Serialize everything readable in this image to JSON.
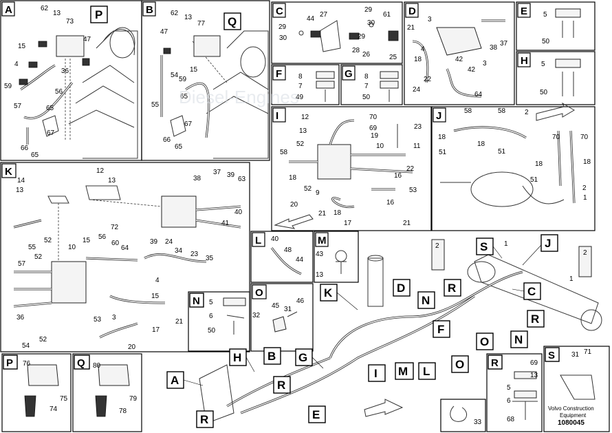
{
  "panels": {
    "A": {
      "letter": "A",
      "parts": [
        "62",
        "13",
        "73",
        "47",
        "15",
        "4",
        "36",
        "59",
        "56",
        "57",
        "65",
        "67",
        "66",
        "65"
      ],
      "callout": "P"
    },
    "B": {
      "letter": "B",
      "parts": [
        "62",
        "13",
        "77",
        "47",
        "54",
        "15",
        "59",
        "55",
        "65",
        "67",
        "66",
        "65"
      ],
      "callout": "Q"
    },
    "C": {
      "letter": "C",
      "parts": [
        "29",
        "44",
        "27",
        "29",
        "61",
        "29",
        "30",
        "30",
        "28",
        "26",
        "25"
      ]
    },
    "D": {
      "letter": "D",
      "parts": [
        "3",
        "21",
        "4",
        "38",
        "37",
        "18",
        "42",
        "3",
        "22",
        "24",
        "42",
        "64"
      ]
    },
    "E": {
      "letter": "E",
      "parts": [
        "5",
        "50"
      ]
    },
    "F": {
      "letter": "F",
      "parts": [
        "8",
        "7",
        "49"
      ]
    },
    "G": {
      "letter": "G",
      "parts": [
        "8",
        "7",
        "50"
      ]
    },
    "H": {
      "letter": "H",
      "parts": [
        "5",
        "50"
      ]
    },
    "I": {
      "letter": "I",
      "parts": [
        "12",
        "70",
        "13",
        "69",
        "19",
        "23",
        "58",
        "52",
        "10",
        "11",
        "22",
        "16",
        "53",
        "52",
        "9",
        "16",
        "20",
        "21",
        "17",
        "21",
        "18",
        "18"
      ]
    },
    "J": {
      "letter": "J",
      "parts": [
        "58",
        "58",
        "2",
        "18",
        "18",
        "51",
        "51",
        "70",
        "70",
        "18",
        "18",
        "51",
        "2",
        "1"
      ]
    },
    "K": {
      "letter": "K",
      "parts": [
        "14",
        "12",
        "13",
        "13",
        "38",
        "37",
        "39",
        "63",
        "40",
        "72",
        "41",
        "60",
        "39",
        "24",
        "34",
        "35",
        "55",
        "52",
        "10",
        "15",
        "56",
        "64",
        "23",
        "57",
        "52",
        "4",
        "15",
        "36",
        "3",
        "21",
        "53",
        "17",
        "54",
        "52",
        "20"
      ]
    },
    "L": {
      "letter": "L",
      "parts": [
        "40",
        "48",
        "44"
      ]
    },
    "M": {
      "letter": "M",
      "parts": [
        "43",
        "13"
      ]
    },
    "N": {
      "letter": "N",
      "parts": [
        "5",
        "6",
        "50"
      ]
    },
    "O": {
      "letter": "O",
      "parts": [
        "45",
        "31",
        "46",
        "32"
      ]
    },
    "P": {
      "letter": "P",
      "parts": [
        "76",
        "75",
        "74"
      ]
    },
    "Q": {
      "letter": "Q",
      "parts": [
        "80",
        "79",
        "78"
      ]
    },
    "R": {
      "letter": "R",
      "parts": [
        "69",
        "13",
        "5",
        "6",
        "68"
      ]
    },
    "S": {
      "letter": "S",
      "parts": [
        "31",
        "71"
      ]
    },
    "loop": {
      "parts": [
        "33"
      ]
    }
  },
  "overview": {
    "callouts": [
      "S",
      "J",
      "C",
      "R",
      "N",
      "D",
      "R",
      "N",
      "F",
      "O",
      "I",
      "M",
      "L",
      "O",
      "H",
      "B",
      "G",
      "R",
      "E",
      "A",
      "R",
      "K"
    ],
    "parts": [
      "2",
      "1",
      "2",
      "1"
    ]
  },
  "footer": {
    "brand": "Volvo Construction",
    "line2": "Equipment",
    "drawing_id": "1080045"
  },
  "watermark": {
    "text": "Diesel-Engines"
  }
}
